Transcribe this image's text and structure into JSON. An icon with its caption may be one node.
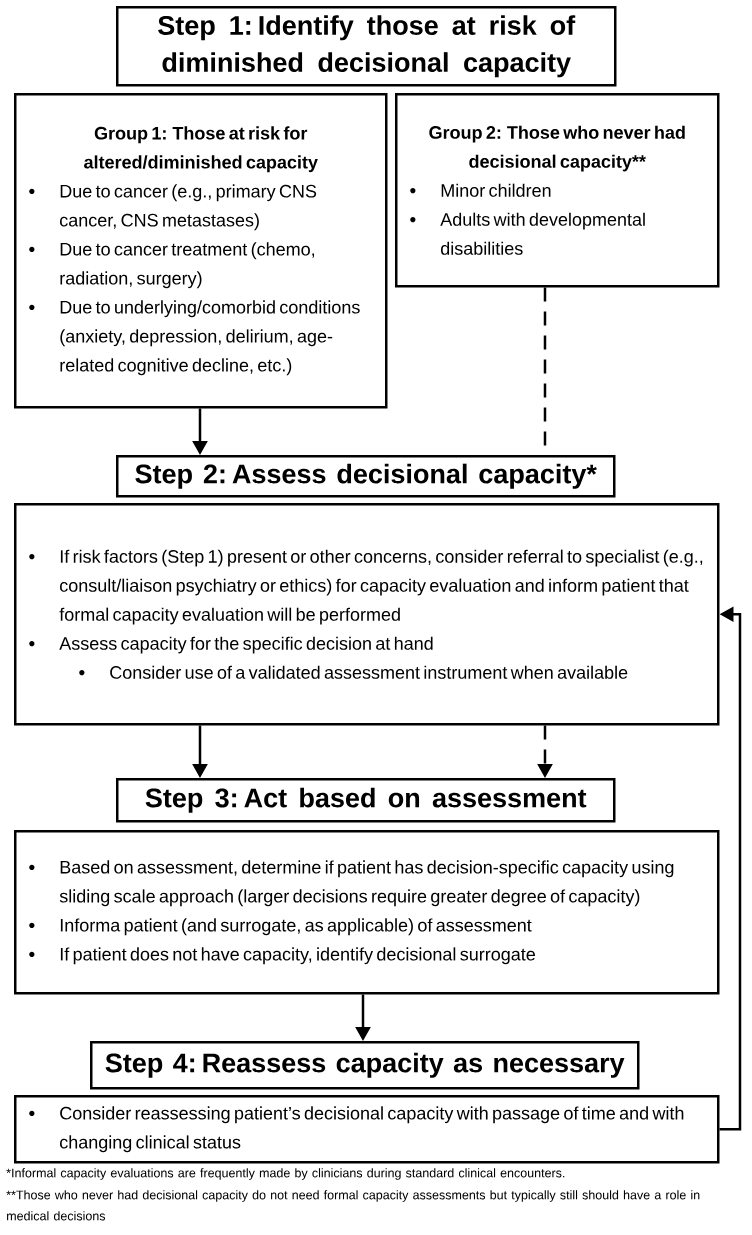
{
  "diagram": {
    "nodes": [
      {
        "text": [
          "Step 1: Identify those at risk of diminished decisional capacity"
        ]
      },
      {
        "text": [
          "Group 1: Those at risk for altered/diminished capacity",
          "Due to cancer (e.g., primary CNS cancer, CNS metastases)",
          "Due to cancer treatment (chemo, radiation, surgery)",
          "Due to underlying/comorbid conditions (anxiety, depression, delirium, age-related cognitive decline, etc.)"
        ]
      },
      {
        "text": [
          "Group 2: Those who never had decisional capacity**",
          "Minor children",
          "Adults with developmental disabilities"
        ]
      },
      {
        "text": [
          "Step 2: Assess decisional capacity*"
        ]
      },
      {
        "text": [
          "If risk factors (Step 1) present or other concerns, consider referral to specialist (e.g., consult/liaison psychiatry or ethics) for capacity evaluation and inform patient that formal capacity evaluation will be performed",
          "Assess capacity for the specific decision at hand",
          "Consider use of a validated assessment instrument when available"
        ]
      },
      {
        "text": [
          "Step 3: Act based on assessment"
        ]
      },
      {
        "text": [
          "Based on assessment, determine if patient has decision-specific capacity using sliding scale approach (larger decisions require greater degree of capacity)",
          "Informa patient (and surrogate, as applicable) of assessment",
          "If patient does not have capacity, identify decisional surrogate"
        ]
      },
      {
        "text": [
          "Step 4: Reassess capacity as necessary"
        ]
      },
      {
        "text": [
          "Consider reassessing patient’s decisional capacity with passage of time and with changing clinical status"
        ]
      }
    ],
    "edges": [
      {
        "from": 1,
        "to": 3,
        "arrow": "to"
      },
      {
        "from": 2,
        "to": 3,
        "arrow": "none",
        "style": "dashed"
      },
      {
        "from": 4,
        "to": 5,
        "arrow": "to"
      },
      {
        "from": 4,
        "to": 5,
        "arrow": "to",
        "style": "dashed"
      },
      {
        "from": 6,
        "to": 7,
        "arrow": "to"
      },
      {
        "from": 8,
        "to": 4,
        "arrow": "to"
      }
    ],
    "labels": [
      "*Informal capacity evaluations are frequently made by clinicians during standard clinical encounters.",
      "**Those who never had decisional capacity do not need formal capacity assessments but typically still should have a role in medical decisions"
    ]
  }
}
